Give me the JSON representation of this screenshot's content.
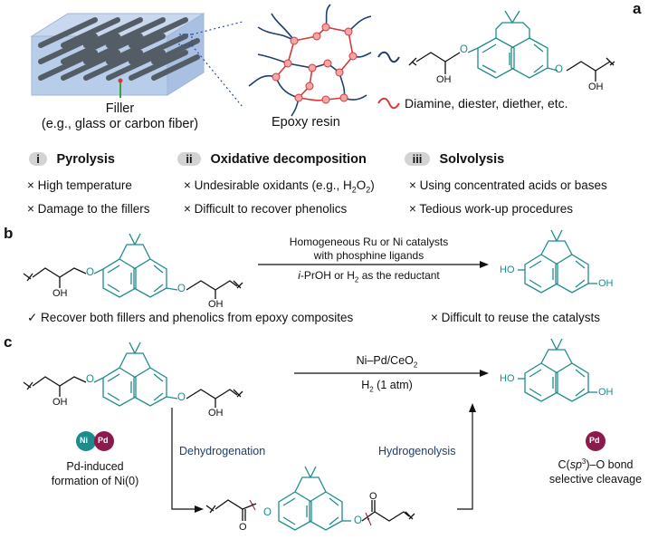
{
  "panel_a": {
    "label": "a",
    "filler_title": "Filler",
    "filler_subtitle": "(e.g., glass or carbon fiber)",
    "epoxy_label": "Epoxy resin",
    "legend_text": "Diamine, diester, diether, etc.",
    "oh_label": "OH",
    "o_label": "O"
  },
  "methods": [
    {
      "numeral": "i",
      "title": "Pyrolysis",
      "items": [
        "× High temperature",
        "× Damage to the fillers"
      ]
    },
    {
      "numeral": "ii",
      "title": "Oxidative decomposition",
      "items": [
        "× Undesirable oxidants (e.g., H",
        "× Difficult to recover phenolics"
      ],
      "item1_sub": "2",
      "item1_o": "O",
      "item1_sub2": "2",
      "item1_end": ")"
    },
    {
      "numeral": "iii",
      "title": "Solvolysis",
      "items": [
        "× Using concentrated acids or bases",
        "× Tedious work-up procedures"
      ]
    }
  ],
  "panel_b": {
    "label": "b",
    "cond_line1": "Homogeneous Ru or Ni catalysts",
    "cond_line2": "with phosphine ligands",
    "cond_line3_italic": "i",
    "cond_line3": "-PrOH or H",
    "cond_line3_sub": "2",
    "cond_line3_end": " as the reductant",
    "pro": "✓ Recover both fillers and phenolics from epoxy composites",
    "con": "× Difficult to reuse the catalysts",
    "ho_label": "HO",
    "oh_label": "OH"
  },
  "panel_c": {
    "label": "c",
    "cat": "Ni–Pd/CeO",
    "cat_sub": "2",
    "h2": "H",
    "h2_sub": "2",
    "h2_end": " (1 atm)",
    "ni": "Ni",
    "pd": "Pd",
    "pd_induced_1": "Pd-induced",
    "pd_induced_2": "formation of Ni(0)",
    "dehydrogenation": "Dehydrogenation",
    "hydrogenolysis": "Hydrogenolysis",
    "bond_c": "C(",
    "bond_sp3": "sp",
    "bond_3": "3",
    "bond_end": ")–O bond",
    "selective": "selective cleavage",
    "o_label": "O",
    "oh_label": "OH",
    "ho_label": "HO"
  },
  "colors": {
    "teal": "#1f8c8c",
    "red": "#d33a3a",
    "navy": "#1d3f6e",
    "purple": "#8c1a4c",
    "ni_teal": "#1c8b8b",
    "pill_gray": "#d3d3d3",
    "blue_box": "#b8cde9"
  }
}
